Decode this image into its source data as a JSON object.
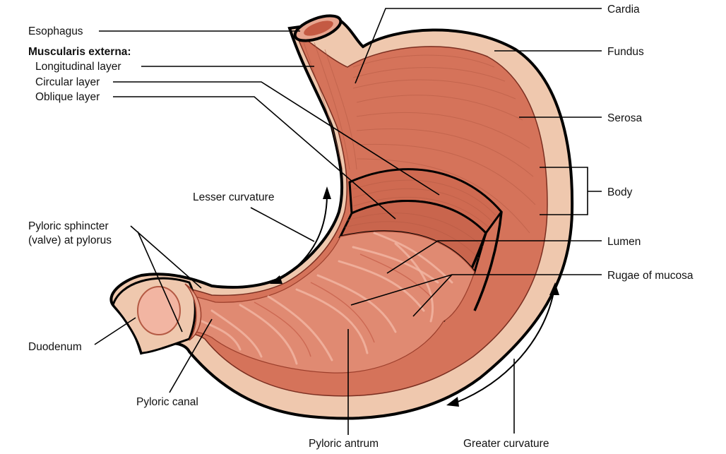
{
  "labels": {
    "esophagus": "Esophagus",
    "muscularis_externa": "Muscularis externa:",
    "longitudinal_layer": "Longitudinal layer",
    "circular_layer": "Circular layer",
    "oblique_layer": "Oblique layer",
    "lesser_curvature": "Lesser curvature",
    "pyloric_sphincter_line1": "Pyloric sphincter",
    "pyloric_sphincter_line2": "(valve) at pylorus",
    "duodenum": "Duodenum",
    "pyloric_canal": "Pyloric canal",
    "pyloric_antrum": "Pyloric antrum",
    "greater_curvature": "Greater curvature",
    "cardia": "Cardia",
    "fundus": "Fundus",
    "serosa": "Serosa",
    "body": "Body",
    "lumen": "Lumen",
    "rugae_of_mucosa": "Rugae of mucosa"
  },
  "colors": {
    "serosa": "#efc8ae",
    "muscle": "#d5735a",
    "muscle_dark": "#b9573f",
    "mucosa": "#e08a72",
    "mucosa_light": "#f2b5a2",
    "outline": "#000000"
  }
}
